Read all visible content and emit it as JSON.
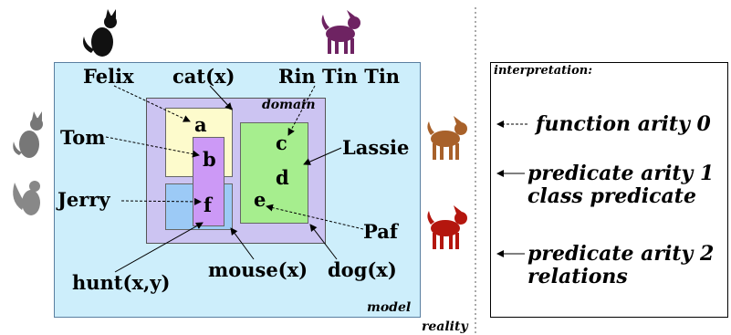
{
  "diagram": {
    "reality_label": "reality",
    "model_label": "model",
    "domain_label": "domain",
    "interpretation_label": "interpretation:",
    "elements": [
      "a",
      "b",
      "c",
      "d",
      "e",
      "f"
    ],
    "names": [
      "Felix",
      "Tom",
      "Jerry",
      "Rin Tin Tin",
      "Lassie",
      "Paf"
    ],
    "predicates": [
      "cat(x)",
      "mouse(x)",
      "dog(x)",
      "hunt(x,y)"
    ],
    "interpretation": {
      "function_line1": "function arity 0",
      "predicate1_line1": "predicate arity 1",
      "predicate1_line2": "class predicate",
      "predicate2_line1": "predicate arity 2",
      "predicate2_line2": "relations"
    },
    "icons": [
      "black-cat-icon",
      "purple-dog-icon",
      "gray-cat-icon",
      "chipmunk-icon",
      "brown-dog-icon",
      "red-dog-icon"
    ],
    "colors": {
      "model_fill": "#cdeefb",
      "domain_fill": "#ccc4f2",
      "cat_fill": "#fdfbcc",
      "mouse_fill": "#9ccaf6",
      "dog_fill": "#a6ee8e",
      "hunt_fill": "#cc99f6"
    }
  }
}
